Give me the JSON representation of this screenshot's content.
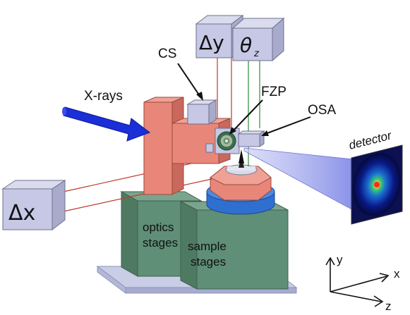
{
  "labels": {
    "cs": "CS",
    "xrays": "X-rays",
    "fzp": "FZP",
    "osa": "OSA",
    "detector": "detector",
    "dx": "Δx",
    "dy": "Δy",
    "theta_main": "θ",
    "theta_sub": "z",
    "optics_line1": "optics",
    "optics_line2": "stages",
    "sample_line1": "sample",
    "sample_line2": "stages"
  },
  "axes": {
    "x": "x",
    "y": "y",
    "z": "z"
  },
  "colors": {
    "optics_block": "#e8867a",
    "stage_green": "#5f8f76",
    "base_plate": "#c9cde6",
    "motor_box": "#c6c8e6",
    "xray_beam": "#1a2fd8",
    "rotation_ring": "#2f6fd0",
    "cone_beam": "#8c93e8",
    "guide_red": "#c0392b",
    "guide_green": "#2e8b3a"
  }
}
